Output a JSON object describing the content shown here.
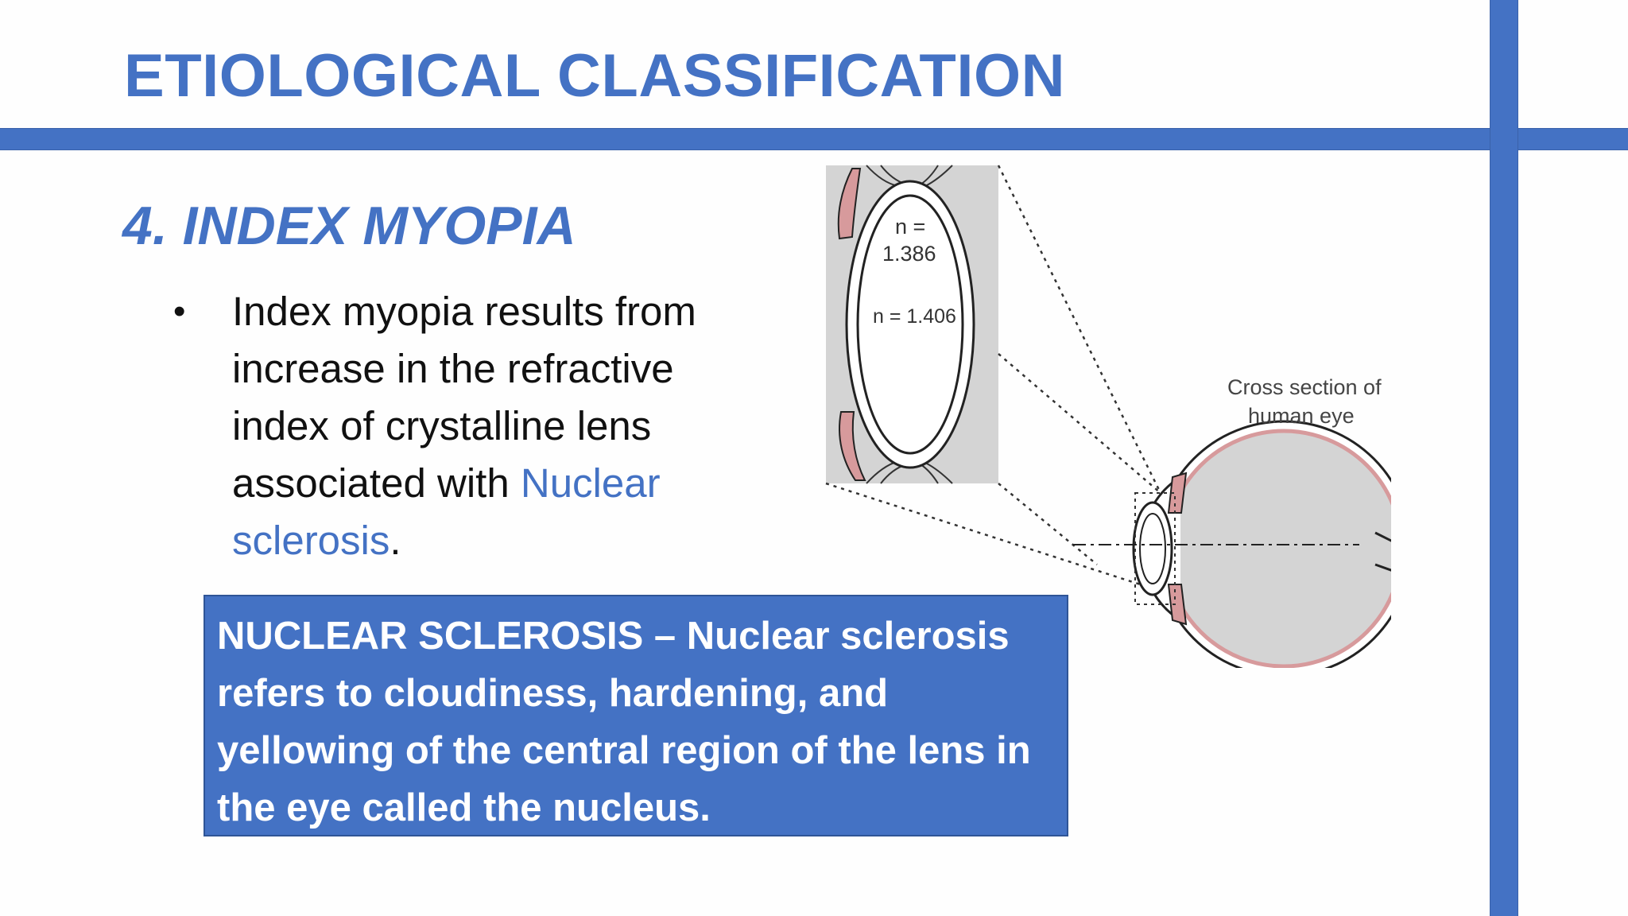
{
  "slide": {
    "title": "ETIOLOGICAL CLASSIFICATION",
    "subtitle": "4. INDEX MYOPIA",
    "bullet": {
      "symbol": "•",
      "text_before": "Index myopia results from increase in the refractive index of crystalline lens associated with ",
      "link_text": "Nuclear sclerosis",
      "text_after": "."
    },
    "callout": {
      "text": "NUCLEAR SCLEROSIS – Nuclear sclerosis refers to cloudiness, hardening, and yellowing of the central region of the lens in the eye called the nucleus."
    },
    "figure": {
      "n_outer_label": "n =",
      "n_outer_value": "1.386",
      "n_inner_label": "n = 1.406",
      "caption_line1": "Cross section of",
      "caption_line2": "human eye"
    }
  },
  "colors": {
    "accent": "#4472c4",
    "text": "#111111",
    "callout_text": "#ffffff",
    "figure_gray": "#d4d4d4",
    "figure_pink": "#d79a9c"
  }
}
